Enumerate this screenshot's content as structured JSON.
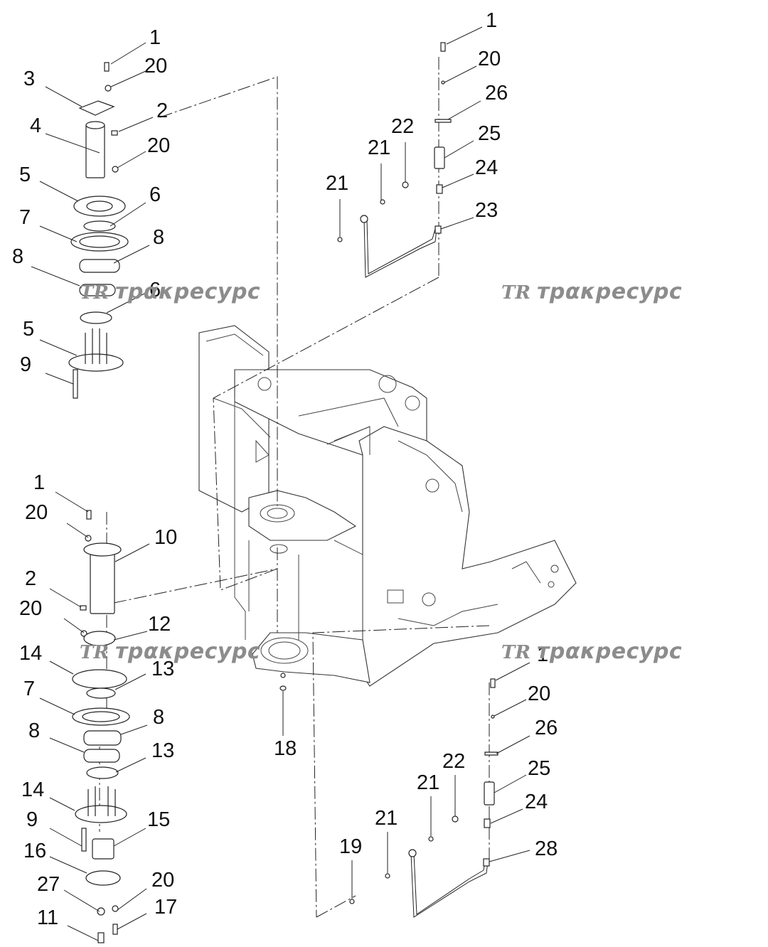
{
  "diagram": {
    "watermark_text": "трακресурс",
    "watermark_logo": "TR",
    "callouts": {
      "top_left": [
        "1",
        "20",
        "3",
        "2",
        "4",
        "20",
        "5",
        "6",
        "7",
        "8",
        "8",
        "6",
        "5",
        "9"
      ],
      "top_right": [
        "1",
        "20",
        "26",
        "22",
        "25",
        "21",
        "24",
        "21",
        "23"
      ],
      "middle": [
        "18"
      ],
      "bottom_left": [
        "1",
        "20",
        "10",
        "2",
        "20",
        "12",
        "14",
        "13",
        "7",
        "8",
        "8",
        "13",
        "14",
        "15",
        "9",
        "16",
        "27",
        "20",
        "17",
        "11"
      ],
      "bottom_right": [
        "1",
        "20",
        "26",
        "22",
        "25",
        "21",
        "24",
        "21",
        "19",
        "28"
      ]
    }
  }
}
